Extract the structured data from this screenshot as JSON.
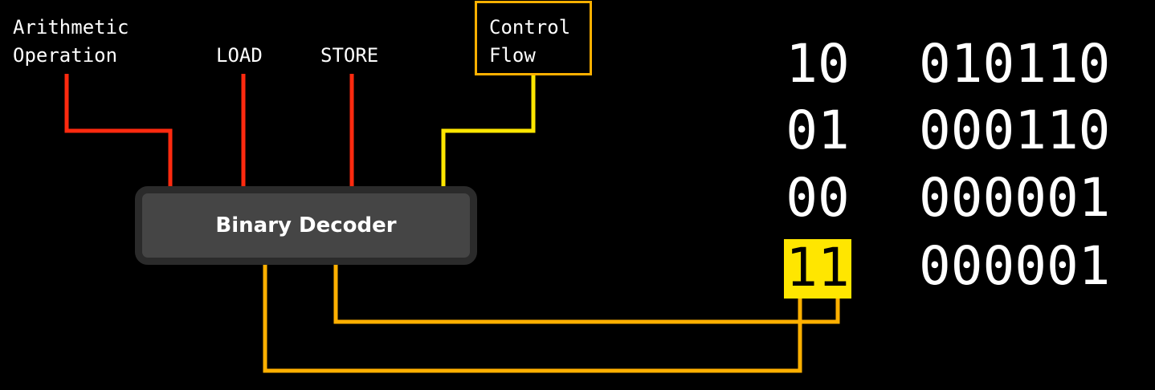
{
  "colors": {
    "background": "#000000",
    "red_wire": "#ff2a0f",
    "yellow_wire": "#ffe600",
    "orange_wire": "#ffb000",
    "decoder_fill": "#454545",
    "decoder_border": "#2b2b2b",
    "highlight": "#ffe600",
    "control_flow_border": "#ffb000"
  },
  "outputs": {
    "arithmetic": "Arithmetic\nOperation",
    "load": "LOAD",
    "store": "STORE",
    "control_flow": "Control\nFlow"
  },
  "decoder": {
    "label": "Binary Decoder"
  },
  "instructions": [
    {
      "opcode": "10",
      "operand": "010110",
      "highlighted": false
    },
    {
      "opcode": "01",
      "operand": "000110",
      "highlighted": false
    },
    {
      "opcode": "00",
      "operand": "000001",
      "highlighted": false
    },
    {
      "opcode": "11",
      "operand": "000001",
      "highlighted": true
    }
  ]
}
